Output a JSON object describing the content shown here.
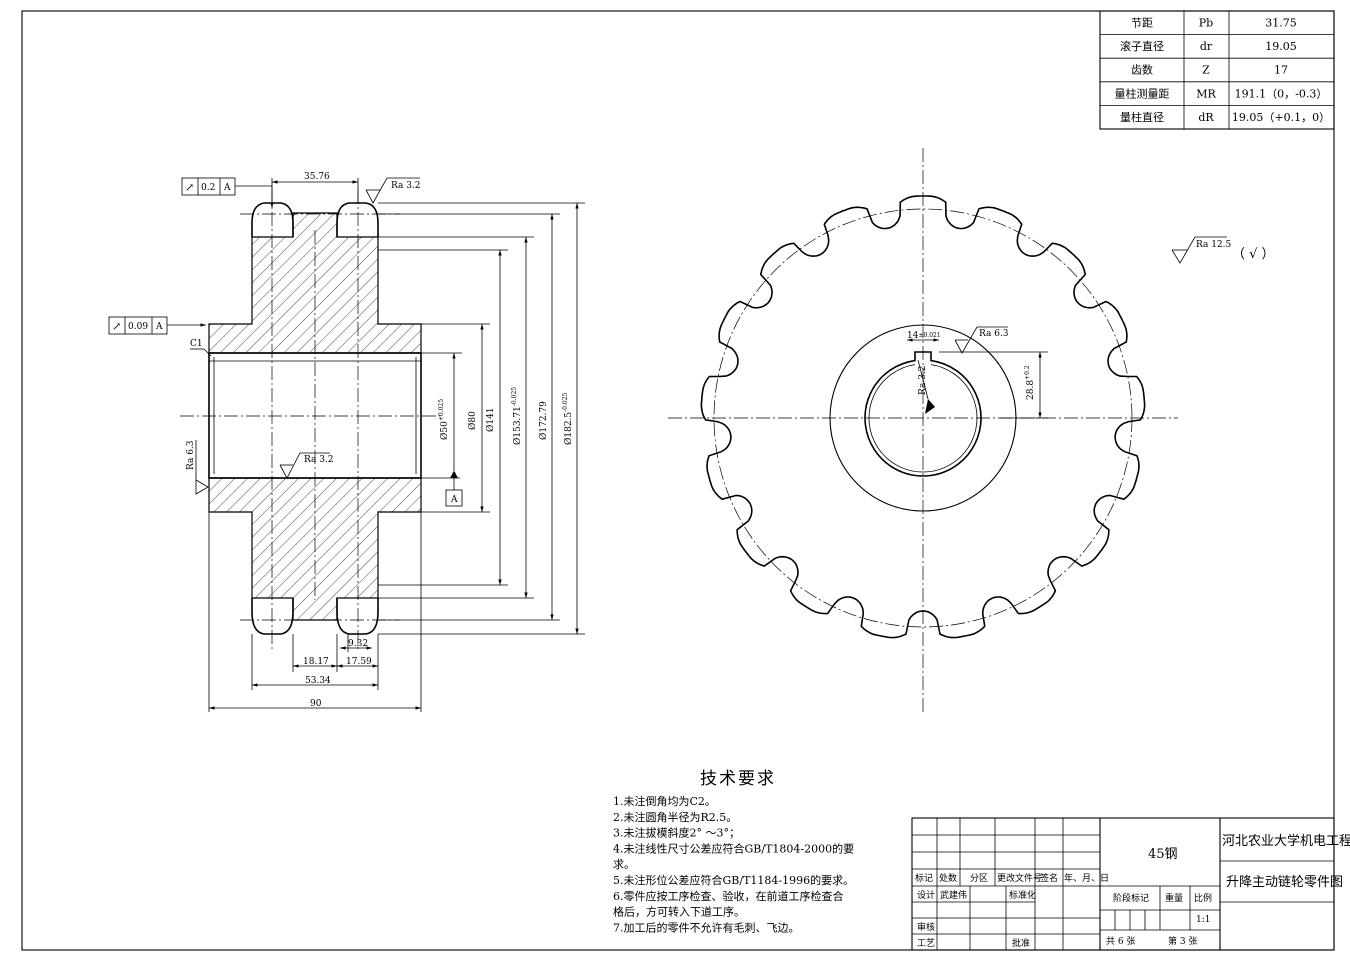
{
  "param_table": {
    "rows": [
      {
        "name": "节距",
        "symbol": "Pb",
        "value": "31.75"
      },
      {
        "name": "滚子直径",
        "symbol": "dr",
        "value": "19.05"
      },
      {
        "name": "齿数",
        "symbol": "Z",
        "value": "17"
      },
      {
        "name": "量柱测量距",
        "symbol": "MR",
        "value": "191.1（0，-0.3）"
      },
      {
        "name": "量柱直径",
        "symbol": "dR",
        "value": "19.05（+0.1，0）"
      }
    ]
  },
  "section_view": {
    "dims": {
      "top_pitch": "35.76",
      "d_bore": "Ø50",
      "d_bore_tol": "+0.025",
      "d_hub": "Ø80",
      "d_root": "Ø141",
      "d_pitch": "Ø153.71",
      "d_pitch_tol": "-0.025",
      "d_ring": "Ø172.79",
      "d_outer": "Ø182.5",
      "d_outer_tol": "-0.025",
      "tooth_width": "9.32",
      "space1": "18.17",
      "space2": "17.59",
      "hub_rim": "53.34",
      "total_len": "90",
      "chamfer": "C1",
      "datum_label": "A"
    },
    "tolerances": [
      {
        "symbol": "↗",
        "value": "0.2",
        "datum": "A"
      },
      {
        "symbol": "↗",
        "value": "0.09",
        "datum": "A"
      }
    ],
    "roughness": {
      "top": "Ra 3.2",
      "bore": "Ra 3.2",
      "face": "Ra 6.3"
    }
  },
  "front_view": {
    "keyway_width": "14",
    "keyway_width_tol": "±0.021",
    "keyway_depth": "28.8",
    "keyway_depth_tol": "+0.2",
    "keyway_roughness": "Ra 6.3",
    "bore_roughness": "Ra 3.2",
    "teeth_count": 17
  },
  "general_roughness": {
    "label": "Ra 12.5",
    "suffix": "（ √ ）"
  },
  "tech_requirements": {
    "title": "技术要求",
    "lines": [
      "1.未注倒角均为C2。",
      "2.未注圆角半径为R2.5。",
      "3.未注拔模斜度2° ～3°；",
      "4.未注线性尺寸公差应符合GB/T1804-2000的要",
      "  求。",
      "5.未注形位公差应符合GB/T1184-1996的要求。",
      "6.零件应按工序检查、验收，在前道工序检查合",
      "  格后，方可转入下道工序。",
      "7.加工后的零件不允许有毛刺、飞边。"
    ]
  },
  "title_block": {
    "material": "45钢",
    "school": "河北农业大学机电工程学院",
    "part_name": "升降主动链轮零件图",
    "headers": [
      "标记",
      "处数",
      "分区",
      "更改文件号",
      "签名",
      "年、月、日"
    ],
    "design_label": "设计",
    "designer": "武建伟",
    "standardize": "标准化",
    "review": "审核",
    "process": "工艺",
    "approve": "批准",
    "stage_mark": "阶段标记",
    "weight": "重量",
    "scale_label": "比例",
    "scale": "1:1",
    "sheet_total_label": "共 6 张",
    "sheet_no_label": "第 3 张"
  }
}
